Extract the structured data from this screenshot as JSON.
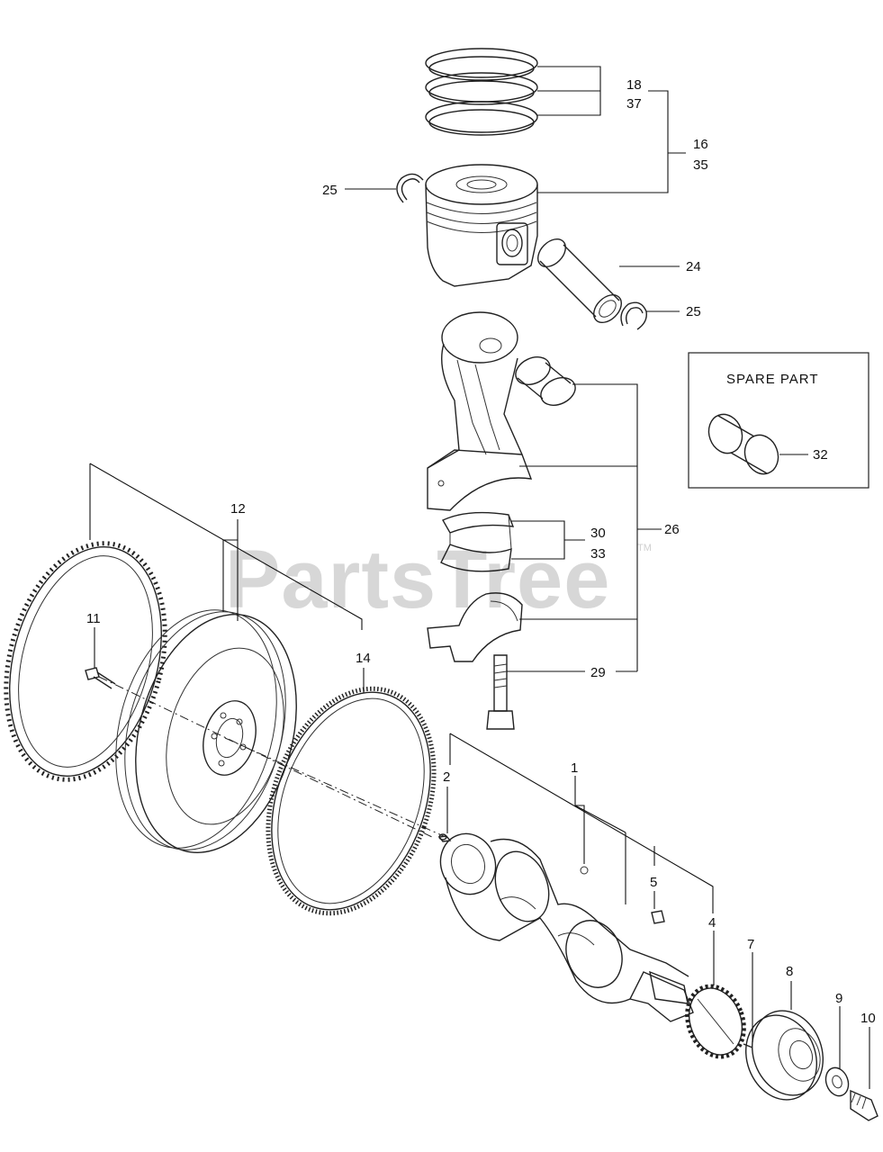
{
  "watermark": {
    "text": "PartsTree",
    "tm": "TM"
  },
  "spare_box": {
    "title": "SPARE PART",
    "part_number": "32"
  },
  "callouts": {
    "c18": "18",
    "c37": "37",
    "c16": "16",
    "c35": "35",
    "c25a": "25",
    "c24": "24",
    "c25b": "25",
    "c30": "30",
    "c33": "33",
    "c26": "26",
    "c29": "29",
    "c12": "12",
    "c11": "11",
    "c14": "14",
    "c1": "1",
    "c2": "2",
    "c5": "5",
    "c4": "4",
    "c7": "7",
    "c8": "8",
    "c9": "9",
    "c10": "10"
  }
}
